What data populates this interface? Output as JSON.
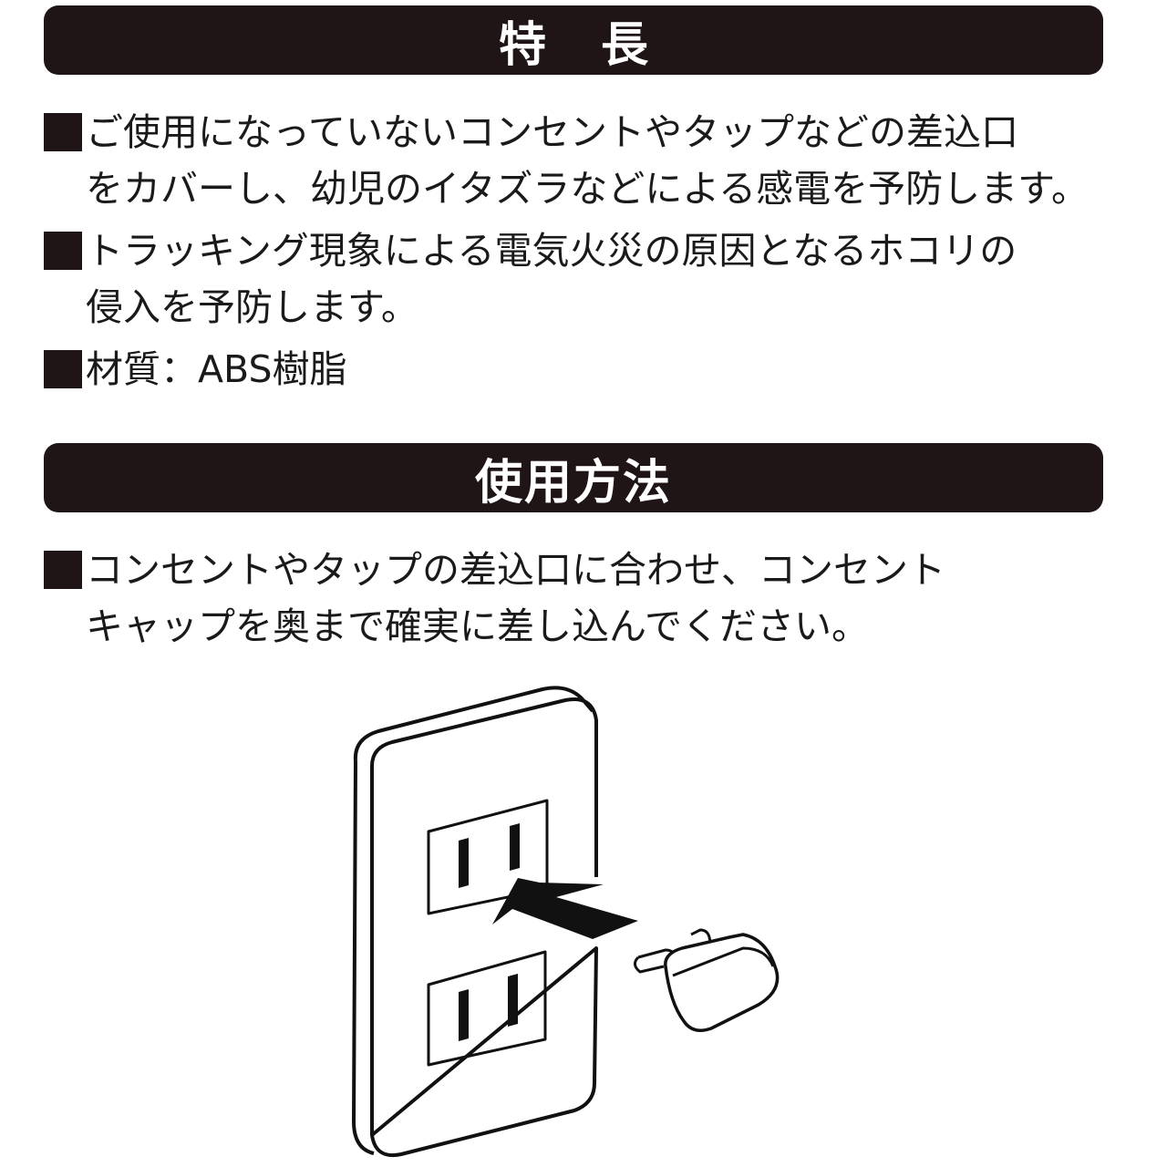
{
  "features": {
    "heading": "特長",
    "items": [
      {
        "line1": "ご使用になっていないコンセントやタップなどの差込口",
        "line2": "をカバーし、幼児のイタズラなどによる感電を予防します。"
      },
      {
        "line1": "トラッキング現象による電気火災の原因となるホコリの",
        "line2": "侵入を予防します。"
      },
      {
        "line1": "材質：ABS樹脂"
      }
    ]
  },
  "usage": {
    "heading": "使用方法",
    "items": [
      {
        "line1": "コンセントやタップの差込口に合わせ、コンセント",
        "line2": "キャップを奥まで確実に差し込んでください。"
      }
    ]
  },
  "illustration": {
    "description": "wall-outlet-with-cap-insertion-arrow",
    "colors": {
      "bar": "#201516",
      "line": "#111111",
      "fill": "#ffffff"
    }
  }
}
